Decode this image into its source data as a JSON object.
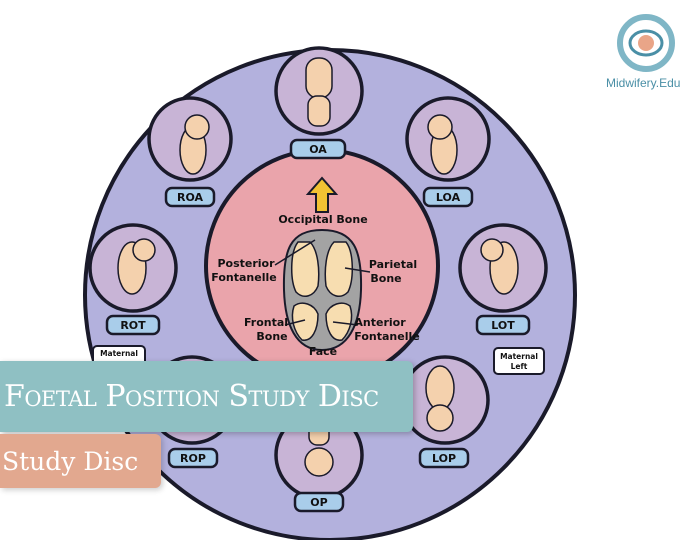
{
  "brand": {
    "name": "Midwifery.Edu"
  },
  "banner": {
    "title": "Foetal Position Study Disc",
    "subtitle": "Study Disc"
  },
  "skull": {
    "occipital": "Occipital Bone",
    "posterior_1": "Posterior",
    "posterior_2": "Fontanelle",
    "parietal_1": "Parietal",
    "parietal_2": "Bone",
    "frontal_1": "Frontal",
    "frontal_2": "Bone",
    "anterior_1": "Anterior",
    "anterior_2": "Fontanelle",
    "face": "Face"
  },
  "positions": {
    "oa": "OA",
    "loa": "LOA",
    "lot": "LOT",
    "lop": "LOP",
    "op": "OP",
    "rop": "ROP",
    "rot": "ROT",
    "roa": "ROA"
  },
  "side_labels": {
    "maternal": "Maternal",
    "maternal_left_1": "Maternal",
    "maternal_left_2": "Left"
  },
  "colors": {
    "disc": "#b3b1dd",
    "inner": "#eaa4ab",
    "bubble": "#c8b4d6",
    "label_box": "#a9cdea",
    "skin": "#f4d1ad",
    "arrow": "#f2c233",
    "title_banner": "#8fc0c3",
    "subtitle_banner": "#e2a88f"
  }
}
